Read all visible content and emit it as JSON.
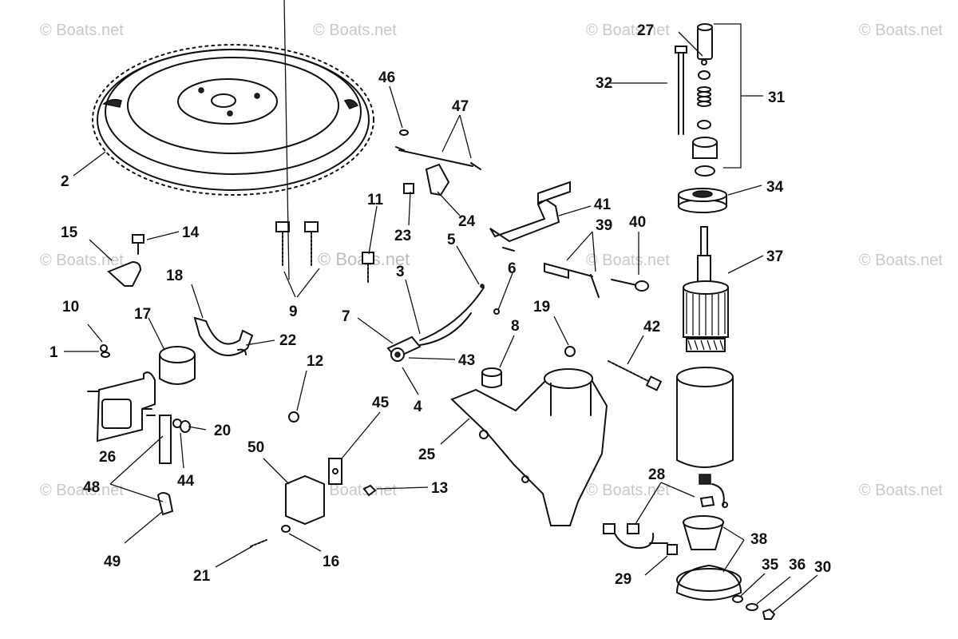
{
  "watermark": "© Boats.net",
  "callouts": [
    "1",
    "2",
    "3",
    "4",
    "5",
    "6",
    "7",
    "8",
    "9",
    "10",
    "11",
    "12",
    "13",
    "14",
    "15",
    "16",
    "17",
    "18",
    "19",
    "20",
    "21",
    "22",
    "23",
    "24",
    "25",
    "26",
    "27",
    "28",
    "29",
    "30",
    "31",
    "32",
    "34",
    "35",
    "36",
    "37",
    "38",
    "39",
    "40",
    "41",
    "42",
    "43",
    "44",
    "45",
    "46",
    "47",
    "48",
    "49",
    "50"
  ]
}
